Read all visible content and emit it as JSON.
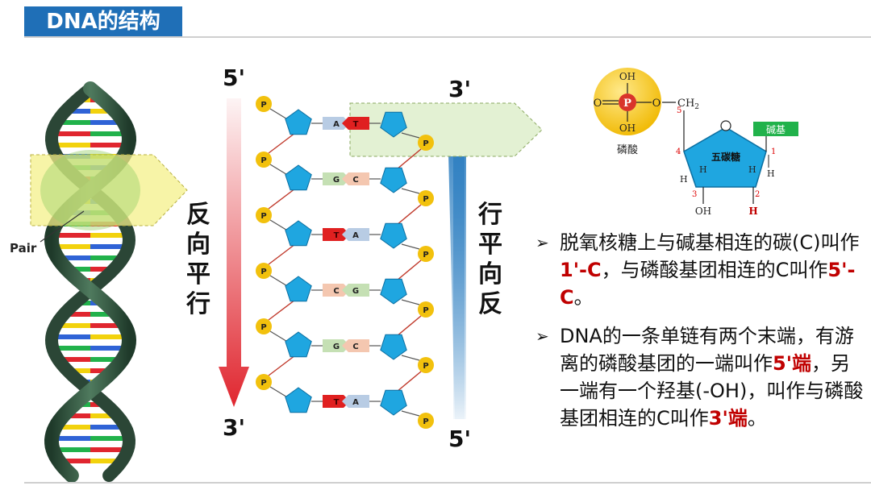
{
  "title": "DNA的结构",
  "left_strand": {
    "top_end": "5'",
    "bottom_end": "3'",
    "direction_chars": [
      "反",
      "向",
      "平",
      "行"
    ]
  },
  "right_strand": {
    "top_end": "3'",
    "bottom_end": "5'",
    "direction_chars": [
      "行",
      "平",
      "向",
      "反"
    ]
  },
  "helix_label": "Pair",
  "phosphate_symbol": "P",
  "base_pairs": [
    {
      "left": "A",
      "right": "T"
    },
    {
      "left": "G",
      "right": "C"
    },
    {
      "left": "T",
      "right": "A"
    },
    {
      "left": "C",
      "right": "G"
    },
    {
      "left": "G",
      "right": "C"
    },
    {
      "left": "T",
      "right": "A"
    }
  ],
  "nucleotide": {
    "phosphate_oh_top": "OH",
    "phosphate_oh_bottom": "OH",
    "phosphate_o_left": "O",
    "phosphate_p": "P",
    "bridge_o": "O",
    "ch2": "CH",
    "ch2_sub": "2",
    "phosphate_name": "磷酸",
    "sugar_name": "五碳糖",
    "base_name": "碱基",
    "ring_o": "O",
    "h_left": "H",
    "h_right": "H",
    "h_inner_left": "H",
    "h_inner_right": "H",
    "oh_bottom": "OH",
    "h_bottom": "H",
    "carbon_numbers": [
      "1",
      "2",
      "3",
      "4",
      "5"
    ]
  },
  "notes": [
    {
      "bullet": "➢",
      "parts": [
        {
          "text": "脱氧核糖上与碱基相连的碳(C)叫作",
          "style": "normal"
        },
        {
          "text": "1'-C",
          "style": "red"
        },
        {
          "text": "，与磷酸基团相连的C叫作",
          "style": "normal"
        },
        {
          "text": "5'-C",
          "style": "red"
        },
        {
          "text": "。",
          "style": "normal"
        }
      ]
    },
    {
      "bullet": "➢",
      "parts": [
        {
          "text": "DNA的一条单链有两个末端，有游离的磷酸基团的一端叫作",
          "style": "normal"
        },
        {
          "text": "5'端",
          "style": "red"
        },
        {
          "text": "，另一端有一个羟基(-OH)，叫作与磷酸基团相连的C叫作",
          "style": "normal"
        },
        {
          "text": "3'端",
          "style": "red"
        },
        {
          "text": "。",
          "style": "normal"
        }
      ]
    }
  ],
  "colors": {
    "title_bg": "#1f6fb7",
    "phosphate": "#f2c10d",
    "sugar": "#1fa6e0",
    "arrow_down": "#e0262f",
    "arrow_up": "#2e7fc1",
    "highlight_yellow": "#f4f08a",
    "highlight_green": "#e3f1d3",
    "backbone_red": "#c0392b",
    "base_A": "#b8cce4",
    "base_T": "#e02020",
    "base_G": "#c5e0b4",
    "base_C": "#f4c7b0",
    "helix": "#2f4f3a",
    "base_label_green": "#21b24b"
  }
}
